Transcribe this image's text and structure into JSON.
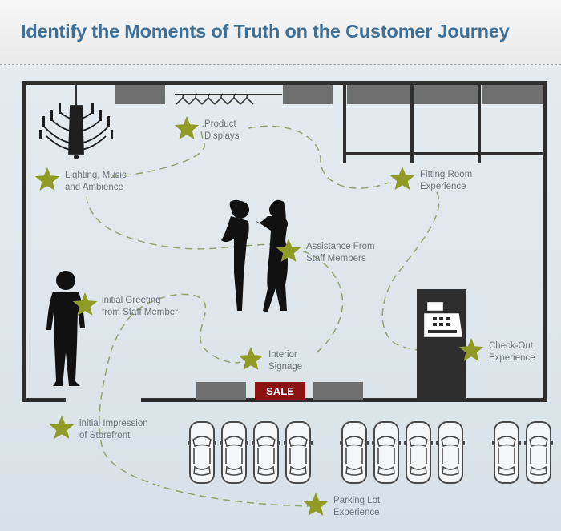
{
  "title": "Identify the Moments of Truth on the Customer Journey",
  "colors": {
    "title": "#3f6f95",
    "star": "#8f9b25",
    "wall": "#2e2e2e",
    "shelf": "#6f6f6f",
    "sale": "#8a1212",
    "path": "#8fa66e",
    "label": "#6b7479"
  },
  "sign": {
    "text": "SALE"
  },
  "moments": [
    {
      "id": "product-displays",
      "line1": "Product",
      "line2": "Displays"
    },
    {
      "id": "lighting",
      "line1": "Lighting, Music",
      "line2": "and Ambience"
    },
    {
      "id": "fitting-room",
      "line1": "Fitting Room",
      "line2": "Experience"
    },
    {
      "id": "assistance",
      "line1": "Assistance From",
      "line2": "Staff Members"
    },
    {
      "id": "greeting",
      "line1": "initial Greeting",
      "line2": "from Staff Member"
    },
    {
      "id": "signage",
      "line1": "Interior",
      "line2": "Signage"
    },
    {
      "id": "checkout",
      "line1": "Check-Out",
      "line2": "Experience"
    },
    {
      "id": "storefront",
      "line1": "initial Impression",
      "line2": "of Storefront"
    },
    {
      "id": "parking",
      "line1": "Parking Lot",
      "line2": "Experience"
    }
  ]
}
